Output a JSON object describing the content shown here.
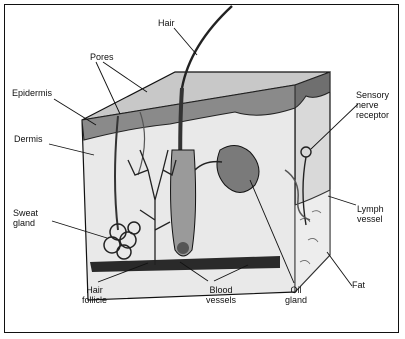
{
  "labels": {
    "hair": "Hair",
    "pores": "Pores",
    "epidermis": "Epidermis",
    "dermis": "Dermis",
    "sweat_gland": "Sweat\ngland",
    "sensory_nerve_receptor": "Sensory\nnerve\nreceptor",
    "lymph_vessel": "Lymph\nvessel",
    "fat": "Fat",
    "hair_follicle": "Hair\nfollicle",
    "blood_vessels": "Blood\nvessels",
    "oil_gland": "Oil\ngland"
  }
}
